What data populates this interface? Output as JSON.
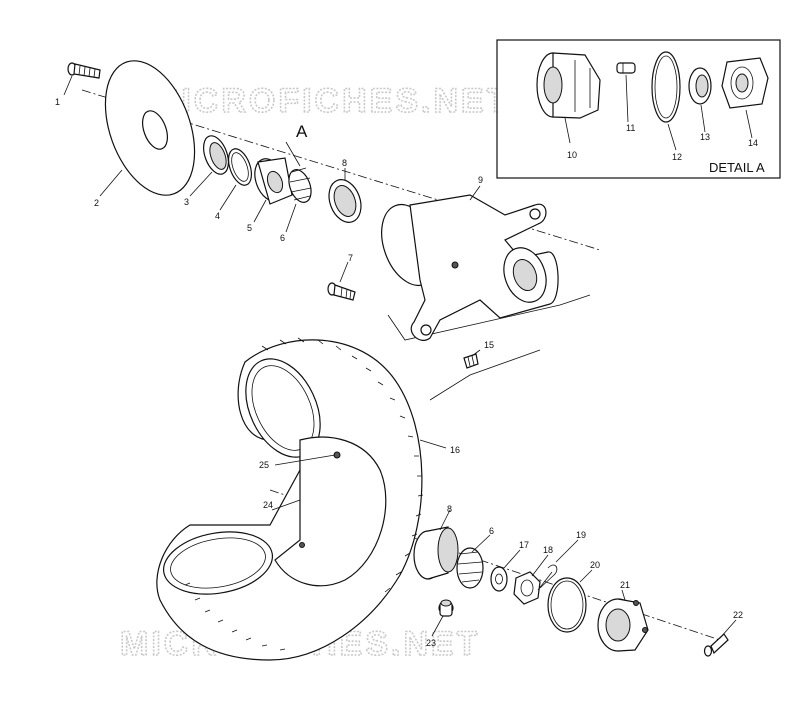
{
  "watermark_top": "MICROFICHES.NET",
  "watermark_bottom": "MICROFICHES.NET",
  "detail_label": "A",
  "detail_box_title": "DETAIL A",
  "callouts": {
    "c1": "1",
    "c2": "2",
    "c3": "3",
    "c4": "4",
    "c5": "5",
    "c6a": "6",
    "c7": "7",
    "c8a": "8",
    "c9": "9",
    "c10": "10",
    "c11": "11",
    "c12": "12",
    "c13": "13",
    "c14": "14",
    "c15": "15",
    "c16": "16",
    "c25": "25",
    "c24": "24",
    "c8b": "8",
    "c6b": "6",
    "c17": "17",
    "c18": "18",
    "c19": "19",
    "c20": "20",
    "c21": "21",
    "c22": "22",
    "c23": "23"
  }
}
